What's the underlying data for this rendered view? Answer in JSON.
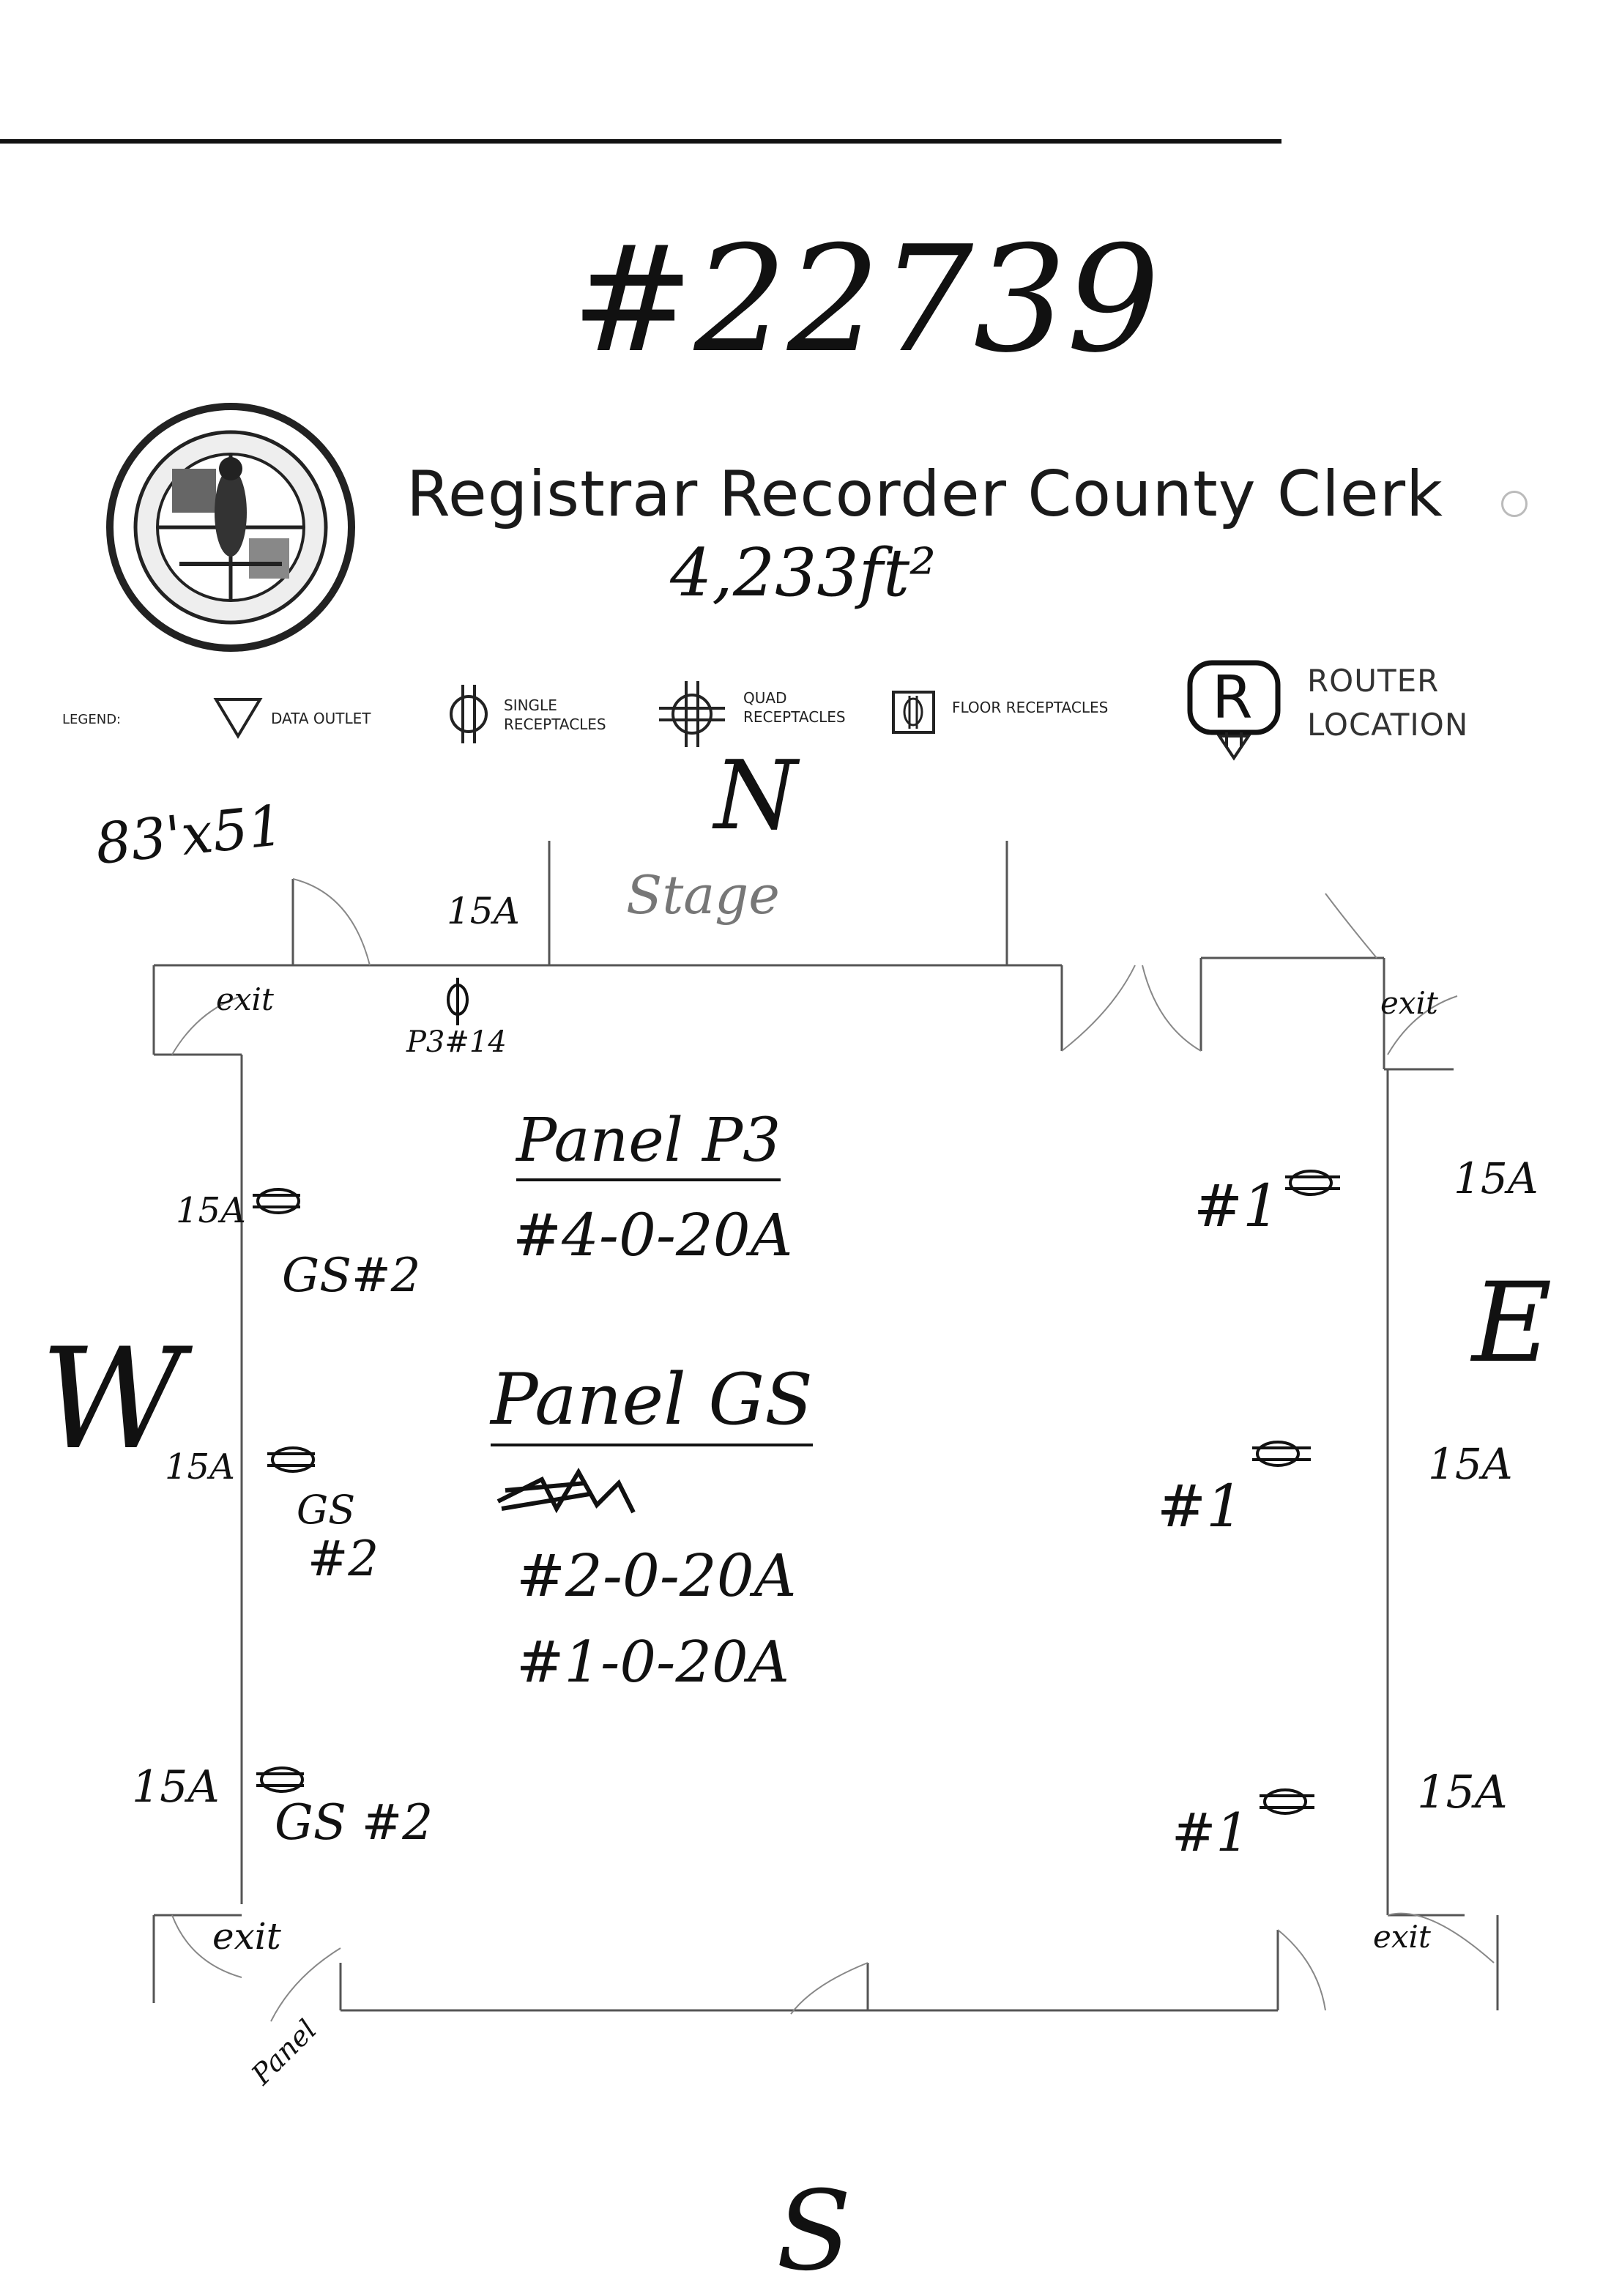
{
  "document": {
    "id_handwritten": "#22739",
    "org_title": "Registrar Recorder County Clerk",
    "area": "4,233ft²",
    "dimensions": "83'x51"
  },
  "legend": {
    "label": "LEGEND:",
    "items": [
      {
        "icon": "data-outlet-triangle",
        "text": "DATA OUTLET"
      },
      {
        "icon": "single-receptacle",
        "text": "SINGLE RECEPTACLES"
      },
      {
        "icon": "quad-receptacle",
        "text": "QUAD RECEPTACLES"
      },
      {
        "icon": "floor-receptacle",
        "text": "FLOOR RECEPTACLES"
      },
      {
        "icon": "router-r-box",
        "text": "ROUTER LOCATION"
      }
    ],
    "router_letter": "R"
  },
  "compass": {
    "north": "N",
    "south": "S",
    "east": "E",
    "west": "W"
  },
  "plan": {
    "stage_label": "Stage",
    "exits": [
      "exit",
      "exit",
      "exit",
      "exit"
    ],
    "panel_label": "Panel",
    "top_receptacle": {
      "amps": "15A",
      "circuit": "P3#14"
    },
    "panel_p3": {
      "title": "Panel P3",
      "line": "#4-0-20A"
    },
    "panel_gs": {
      "title": "Panel GS",
      "lines": [
        "#2-0-20A",
        "#1-0-20A"
      ]
    },
    "west_outlets": [
      {
        "amps": "15A",
        "circuit": "GS#2"
      },
      {
        "amps": "15A",
        "circuit_a": "GS",
        "circuit_b": "#2"
      },
      {
        "amps": "15A",
        "circuit": "GS #2"
      }
    ],
    "east_outlets": [
      {
        "circuit": "#1",
        "amps": "15A"
      },
      {
        "circuit": "#1",
        "amps": "15A"
      },
      {
        "circuit": "#1",
        "amps": "15A"
      }
    ]
  }
}
